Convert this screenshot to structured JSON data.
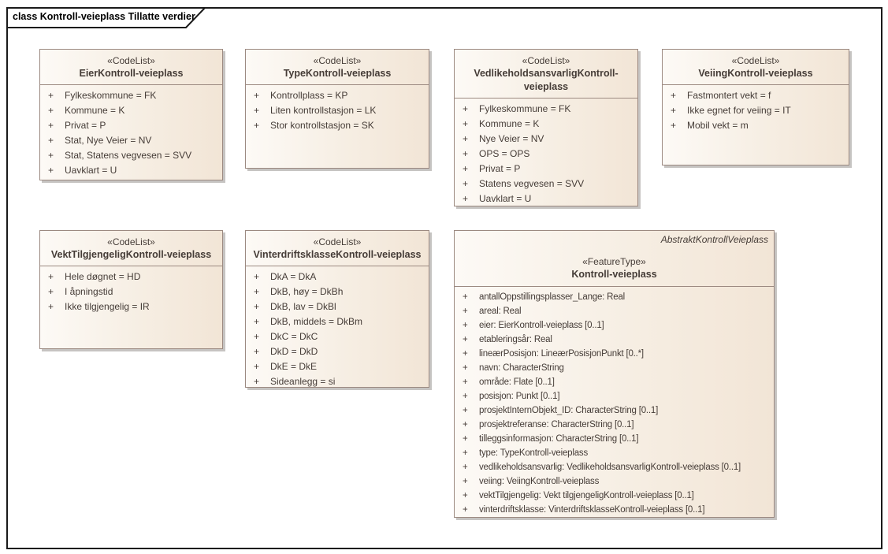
{
  "frame": {
    "title": "class Kontroll-veieplass Tillatte verdier"
  },
  "plus_sign": "+",
  "colors": {
    "box_fill_light": "#fdfaf6",
    "box_fill_dark": "#f2e5d6",
    "box_border": "#9c8a81",
    "box_text": "#453c37",
    "box_shadow": "#c6c4c2",
    "frame_border": "#1a1a1a"
  },
  "boxes": [
    {
      "stereotype": "«CodeList»",
      "name": "EierKontroll-veieplass",
      "items": [
        "Fylkeskommune = FK",
        "Kommune = K",
        "Privat = P",
        "Stat, Nye Veier = NV",
        "Stat, Statens vegvesen = SVV",
        "Uavklart = U"
      ]
    },
    {
      "stereotype": "«CodeList»",
      "name": "TypeKontroll-veieplass",
      "items": [
        "Kontrollplass = KP",
        "Liten kontrollstasjon = LK",
        "Stor kontrollstasjon = SK"
      ]
    },
    {
      "stereotype": "«CodeList»",
      "name": "VedlikeholdsansvarligKontroll-veieplass",
      "items": [
        "Fylkeskommune = FK",
        "Kommune = K",
        "Nye Veier = NV",
        "OPS = OPS",
        "Privat = P",
        "Statens vegvesen = SVV",
        "Uavklart = U"
      ]
    },
    {
      "stereotype": "«CodeList»",
      "name": "VeiingKontroll-veieplass",
      "items": [
        "Fastmontert vekt = f",
        "Ikke egnet for veiing = IT",
        "Mobil vekt = m"
      ]
    },
    {
      "stereotype": "«CodeList»",
      "name": "VektTilgjengeligKontroll-veieplass",
      "items": [
        "Hele døgnet = HD",
        "I åpningstid",
        "Ikke tilgjengelig = IR"
      ]
    },
    {
      "stereotype": "«CodeList»",
      "name": "VinterdriftsklasseKontroll-veieplass",
      "items": [
        "DkA = DkA",
        "DkB, høy = DkBh",
        "DkB, lav = DkBl",
        "DkB, middels = DkBm",
        "DkC = DkC",
        "DkD = DkD",
        "DkE = DkE",
        "Sideanlegg = si"
      ]
    },
    {
      "abstract_parent": "AbstraktKontrollVeieplass",
      "stereotype": "«FeatureType»",
      "name": "Kontroll-veieplass",
      "items": [
        "antallOppstillingsplasser_Lange: Real",
        "areal: Real",
        "eier: EierKontroll-veieplass [0..1]",
        "etableringsår: Real",
        "lineærPosisjon: LineærPosisjonPunkt [0..*]",
        "navn: CharacterString",
        "område: Flate [0..1]",
        "posisjon: Punkt [0..1]",
        "prosjektInternObjekt_ID: CharacterString [0..1]",
        "prosjektreferanse: CharacterString [0..1]",
        "tilleggsinformasjon: CharacterString [0..1]",
        "type: TypeKontroll-veieplass",
        "vedlikeholdsansvarlig: VedlikeholdsansvarligKontroll-veieplass [0..1]",
        "veiing: VeiingKontroll-veieplass",
        "vektTilgjengelig: Vekt tilgjengeligKontroll-veieplass [0..1]",
        "vinterdriftsklasse: VinterdriftsklasseKontroll-veieplass [0..1]"
      ]
    }
  ]
}
